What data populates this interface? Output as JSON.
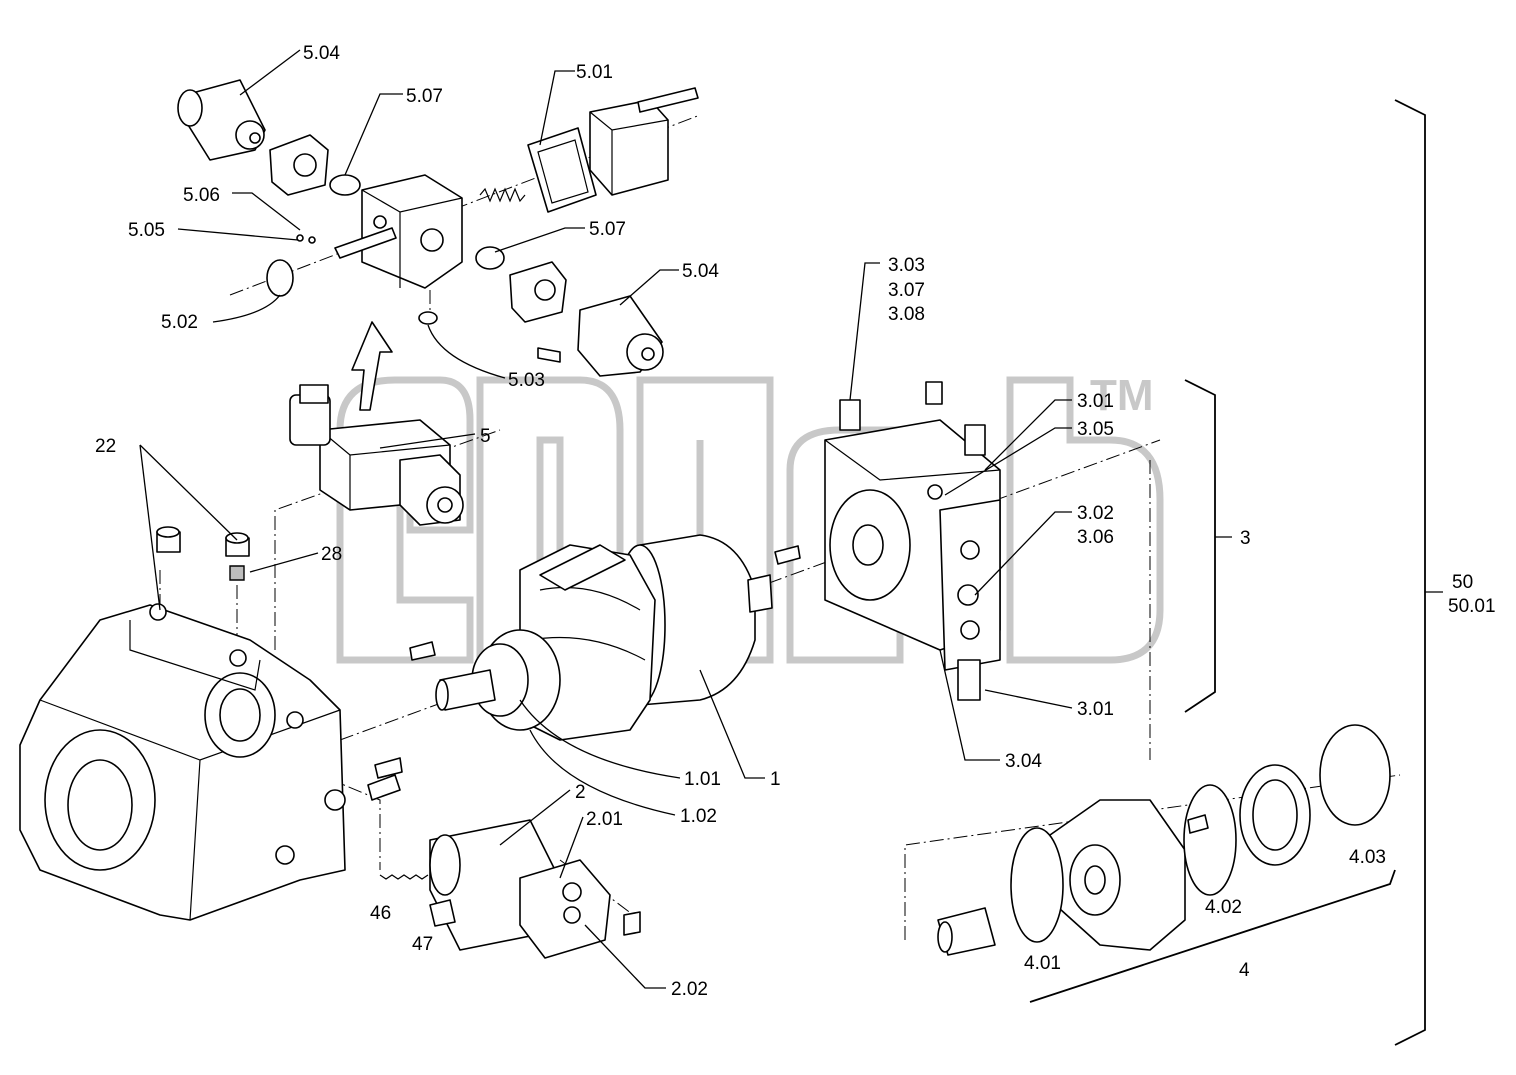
{
  "watermark": {
    "trademark": "TM"
  },
  "labels": {
    "l_5_04a": "5.04",
    "l_5_07a": "5.07",
    "l_5_01": "5.01",
    "l_5_06": "5.06",
    "l_5_05": "5.05",
    "l_5_07b": "5.07",
    "l_5_04b": "5.04",
    "l_5_02": "5.02",
    "l_5_03": "5.03",
    "l_5": "5",
    "l_22": "22",
    "l_28": "28",
    "l_3_03": "3.03",
    "l_3_07": "3.07",
    "l_3_08": "3.08",
    "l_3_01a": "3.01",
    "l_3_05": "3.05",
    "l_3_02": "3.02",
    "l_3_06": "3.06",
    "l_3": "3",
    "l_3_01b": "3.01",
    "l_3_04": "3.04",
    "l_50": "50",
    "l_50_01": "50.01",
    "l_1_01": "1.01",
    "l_1": "1",
    "l_1_02": "1.02",
    "l_2": "2",
    "l_2_01": "2.01",
    "l_2_02": "2.02",
    "l_46": "46",
    "l_47": "47",
    "l_4_03": "4.03",
    "l_4_02": "4.02",
    "l_4_01": "4.01",
    "l_4": "4"
  }
}
